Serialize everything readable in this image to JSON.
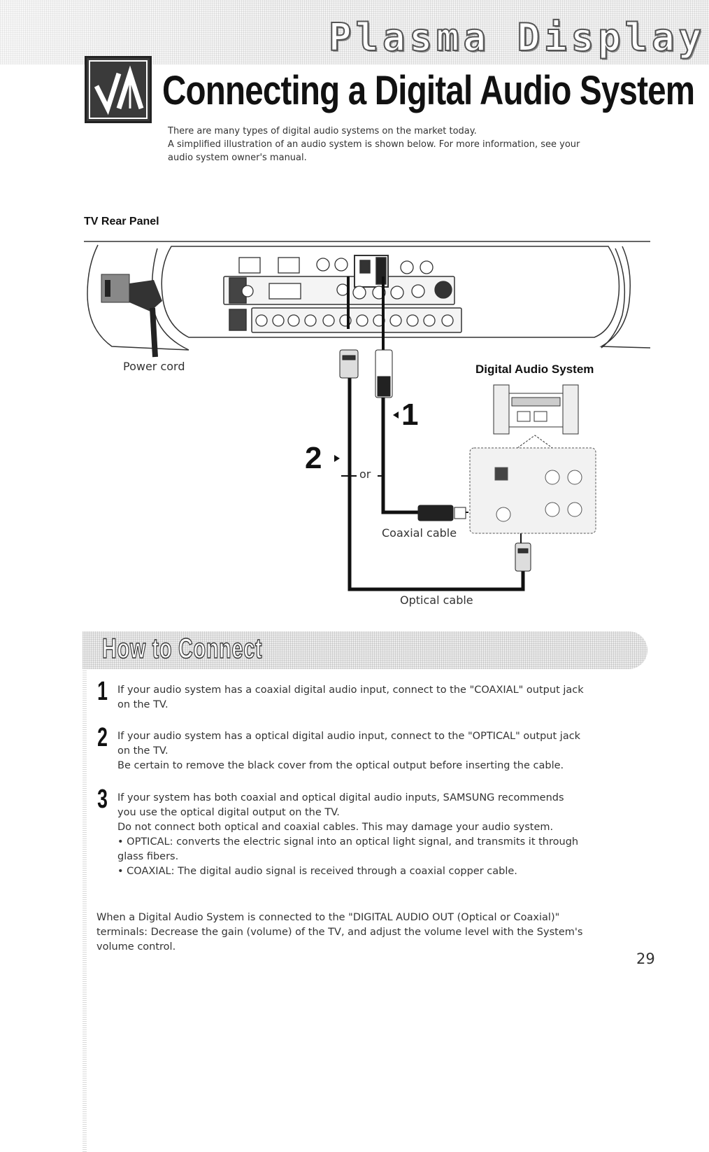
{
  "header": {
    "brand": "Plasma Display",
    "title": "Connecting a Digital Audio System"
  },
  "intro": [
    "There are many types of digital audio systems on the market today.",
    "A simplified illustration of an audio system is shown below. For more information, see your",
    "audio system owner's manual."
  ],
  "diagram": {
    "section_label": "TV Rear Panel",
    "power_cord_label": "Power cord",
    "system_label": "Digital Audio System",
    "coaxial_cable_label": "Coaxial cable",
    "optical_cable_label": "Optical cable",
    "or_label": "or",
    "marker_1": "1",
    "marker_2": "2"
  },
  "howto": {
    "title": "How to Connect",
    "steps": [
      {
        "number": "1",
        "lines": [
          "If your audio system has a coaxial digital audio input, connect to the \"COAXIAL\" output jack",
          "on the TV."
        ]
      },
      {
        "number": "2",
        "lines": [
          "If your audio system has a optical digital audio input, connect to the \"OPTICAL\" output jack",
          "on the TV.",
          "Be certain to remove the black cover from the optical output before inserting the cable."
        ]
      },
      {
        "number": "3",
        "lines": [
          "If your system has both coaxial and optical digital audio inputs, SAMSUNG recommends",
          "you use the optical digital output on the TV.",
          "Do not connect both optical and coaxial cables. This may damage your audio system."
        ],
        "bullets": [
          "• OPTICAL:  converts the electric signal into an optical light signal, and transmits it through",
          "glass fibers.",
          "• COAXIAL: The digital audio signal is received through a coaxial copper cable."
        ]
      }
    ],
    "note": [
      "When a Digital Audio System is connected to the \"DIGITAL AUDIO OUT (Optical or Coaxial)\"",
      "terminals: Decrease the gain (volume) of the TV, and adjust the volume level with the System's",
      "volume control."
    ]
  },
  "page_number": "29"
}
